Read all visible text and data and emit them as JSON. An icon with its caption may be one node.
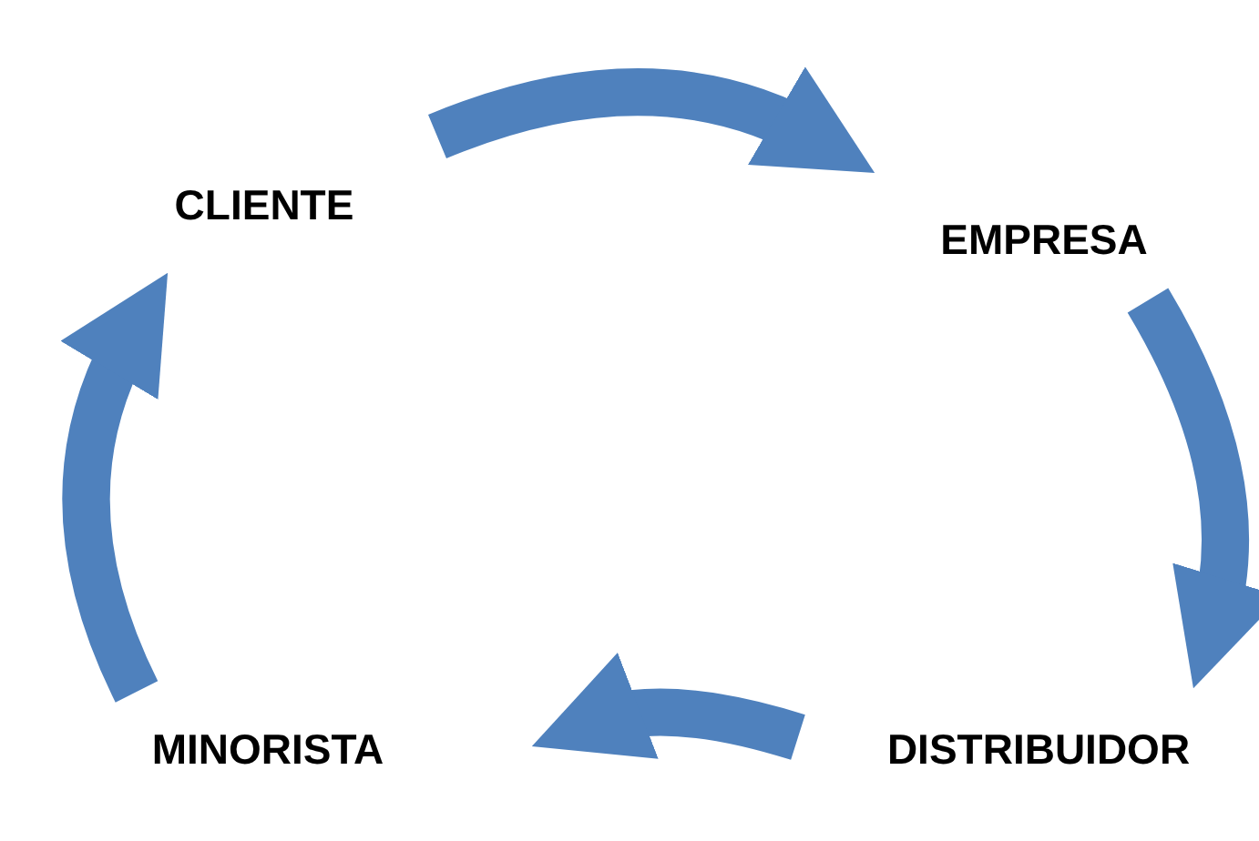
{
  "diagram": {
    "nodes": [
      {
        "text": [
          "CLIENTE"
        ]
      },
      {
        "text": [
          "EMPRESA"
        ]
      },
      {
        "text": [
          "DISTRIBUIDOR"
        ]
      },
      {
        "text": [
          "MINORISTA"
        ]
      }
    ],
    "edges": [
      {
        "from": 0,
        "to": 1,
        "arrow": "to"
      },
      {
        "from": 1,
        "to": 2,
        "arrow": "to"
      },
      {
        "from": 2,
        "to": 3,
        "arrow": "to"
      },
      {
        "from": 3,
        "to": 0,
        "arrow": "to"
      }
    ]
  }
}
